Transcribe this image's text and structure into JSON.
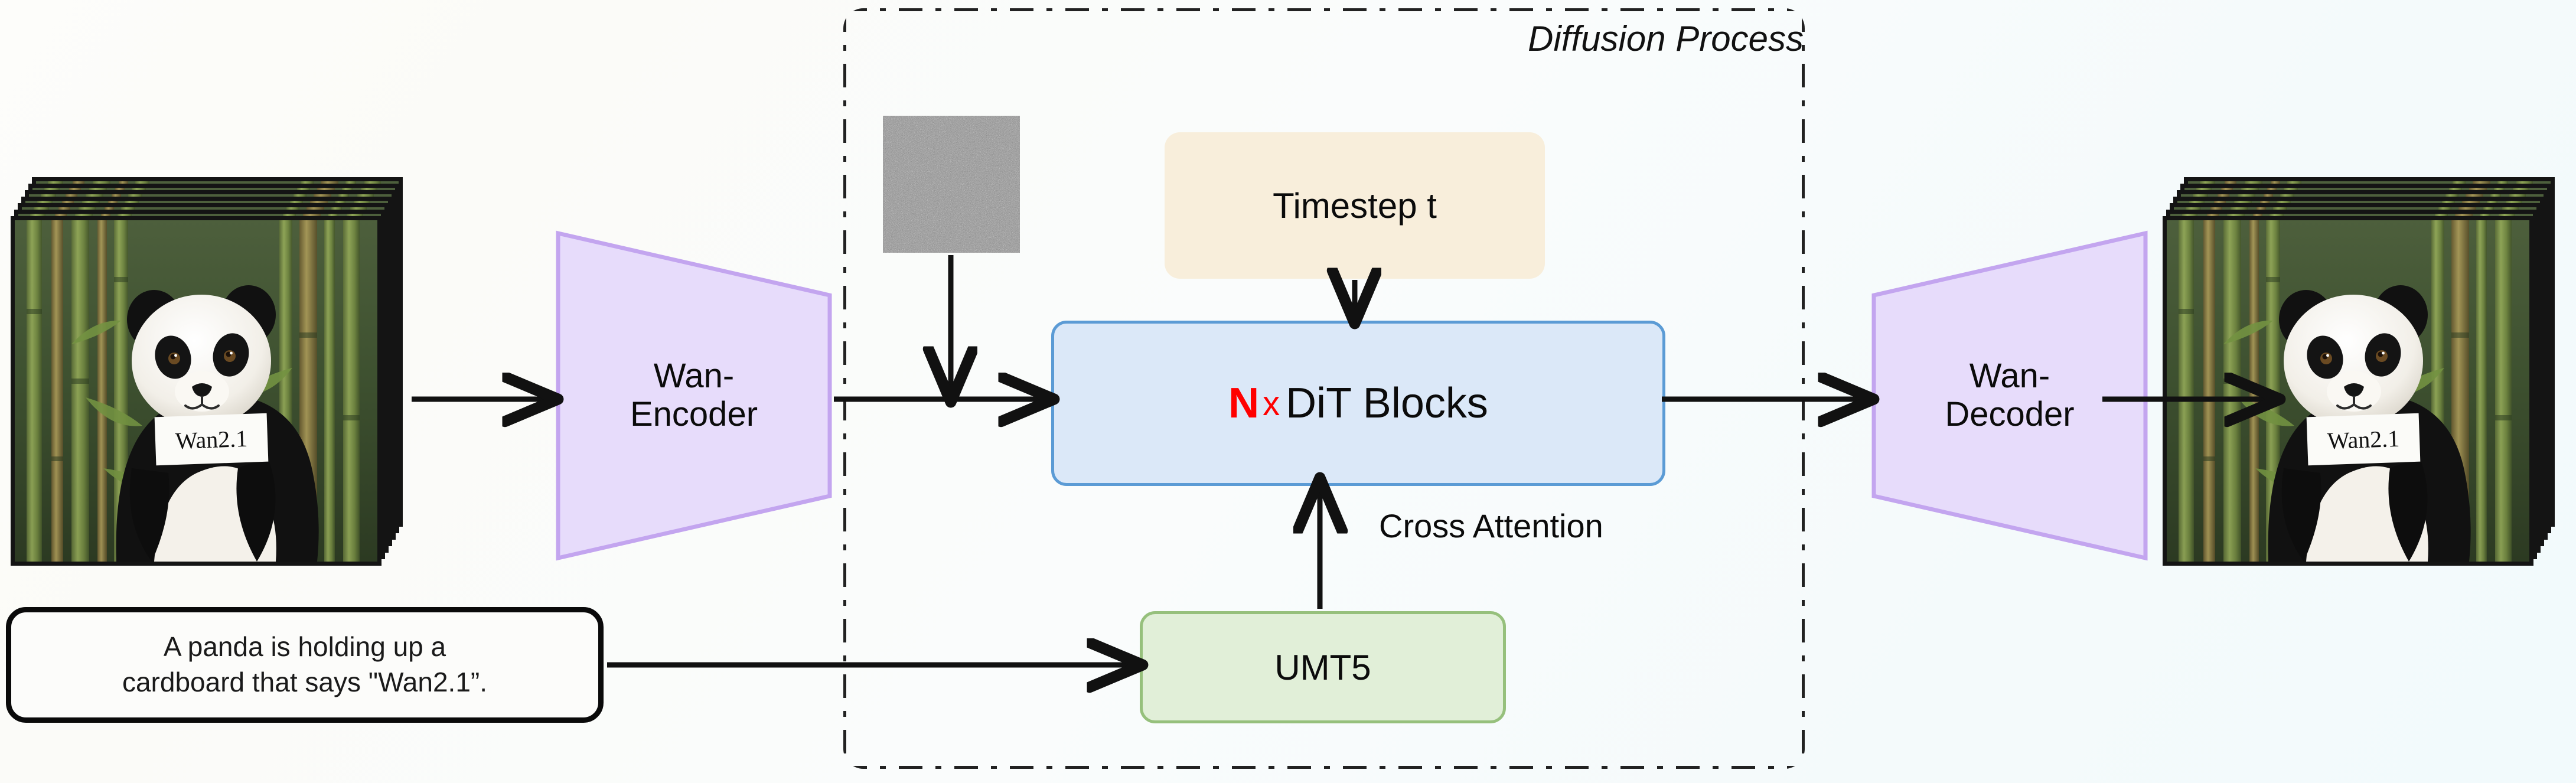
{
  "diagram": {
    "title": "Wan2.1 text-to-video architecture",
    "diffusion_label": "Diffusion Process"
  },
  "input_video": {
    "name": "input-video-frame-stack",
    "frame_count": 7,
    "sign_text": "Wan2.1"
  },
  "output_video": {
    "name": "output-video-frame-stack",
    "frame_count": 7,
    "sign_text": "Wan2.1"
  },
  "prompt": {
    "line1": "A panda is holding up a",
    "line2": "cardboard that says \"Wan2.1”."
  },
  "encoder": {
    "line1": "Wan-",
    "line2": "Encoder"
  },
  "decoder": {
    "line1": "Wan-",
    "line2": "Decoder"
  },
  "dit": {
    "n": "N",
    "times": "x",
    "label": "DiT Blocks"
  },
  "timestep": {
    "label": "Timestep t"
  },
  "text_encoder": {
    "label": "UMT5"
  },
  "edges": {
    "cross_attention": "Cross Attention"
  },
  "noise": {
    "label": "noise-latent"
  },
  "colors": {
    "dit_fill": "#dbe8f8",
    "dit_stroke": "#5b9bd5",
    "timestep_fill": "#f8eedb",
    "umt5_fill": "#e1efd8",
    "umt5_stroke": "#96c07c",
    "trapezoid_fill": "#e7dcfb",
    "trapezoid_stroke": "#c3a5ef",
    "accent_red": "#ff0000",
    "arrow": "#111111"
  }
}
